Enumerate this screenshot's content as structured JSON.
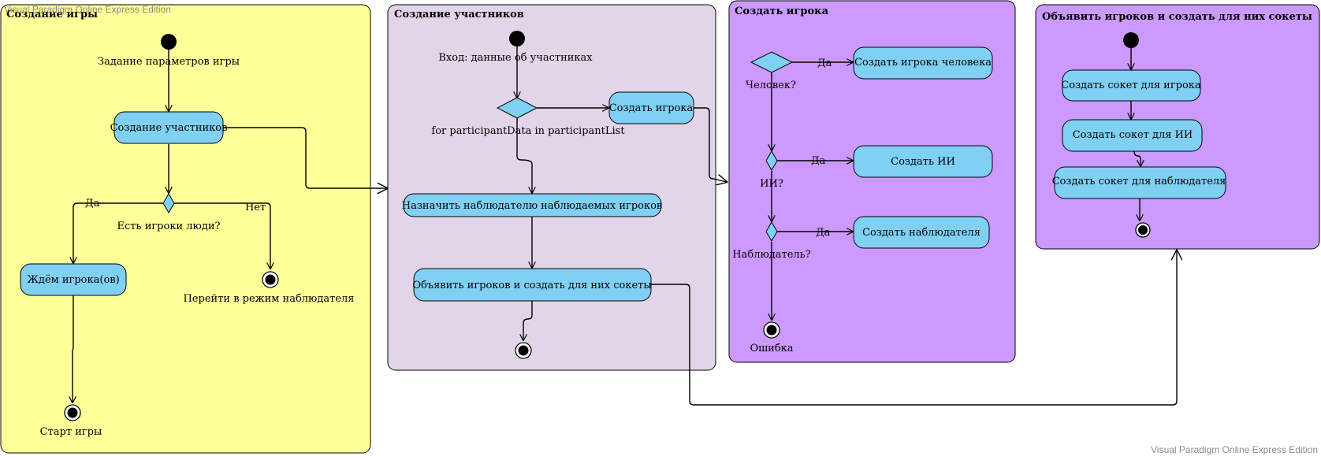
{
  "watermark_top": "Visual Paradigm Online Express Edition",
  "watermark_bottom": "Visual Paradigm Online Express Edition",
  "colors": {
    "panel_game": "#ffff99",
    "panel_participants": "#e3d5e8",
    "panel_player": "#cc99ff",
    "panel_sockets": "#cc99ff",
    "action": "#7fd0f3",
    "stroke": "#000000"
  },
  "panels": {
    "game": {
      "title": "Создание игры"
    },
    "participants": {
      "title": "Создание участников"
    },
    "player": {
      "title": "Создать игрока"
    },
    "sockets": {
      "title": "Объявить игроков и создать для них сокеты"
    }
  },
  "game": {
    "start_label": "Задание параметров игры",
    "create_participants": "Создание участников",
    "decision_label": "Есть игроки люди?",
    "yes": "Да",
    "no": "Нет",
    "wait_players": "Ждём игрока(ов)",
    "observer_mode": "Перейти в режим наблюдателя",
    "game_start": "Старт игры"
  },
  "participants": {
    "input_label": "Вход: данные об участниках",
    "loop_label": "for participantData in participantList",
    "create_player": "Создать игрока",
    "assign_observer": "Назначить наблюдателю наблюдаемых игроков",
    "announce": "Объявить игроков и создать для них сокеты"
  },
  "player": {
    "human_q": "Человек?",
    "human_yes": "Да",
    "create_human": "Создать игрока человека",
    "ai_q": "ИИ?",
    "ai_yes": "Да",
    "create_ai": "Создать ИИ",
    "observer_q": "Наблюдатель?",
    "observer_yes": "Да",
    "create_observer": "Создать наблюдателя",
    "error": "Ошибка"
  },
  "sockets": {
    "player_socket": "Создать сокет для игрока",
    "ai_socket": "Создать сокет для ИИ",
    "observer_socket": "Создать сокет для наблюдателя"
  }
}
